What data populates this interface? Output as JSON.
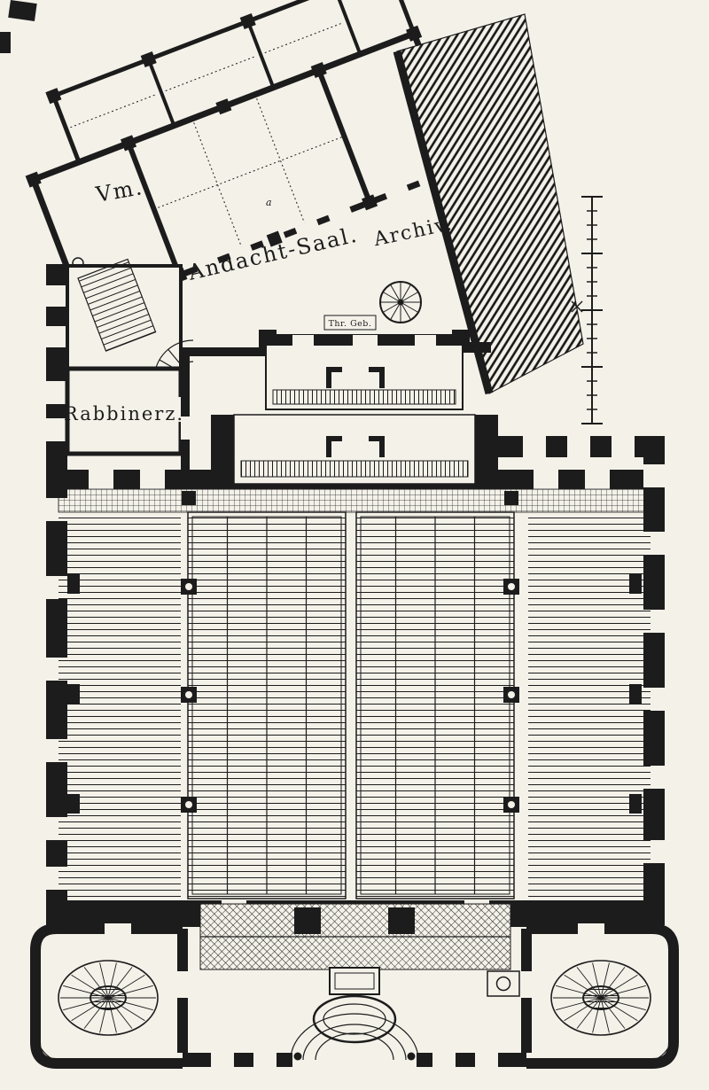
{
  "figure": {
    "kind": "architectural-floor-plan",
    "labels": {
      "vestibule_room": "Vm.",
      "prayer_hall": "Andacht-Saal.",
      "archive_room": "Archiv.",
      "rabbi_room": "Rabbinerz.",
      "door_annotation": "Thr. Geb.",
      "point_mark": "a"
    },
    "colors": {
      "paper": "#f4f1e9",
      "ink": "#1c1c1c"
    }
  }
}
